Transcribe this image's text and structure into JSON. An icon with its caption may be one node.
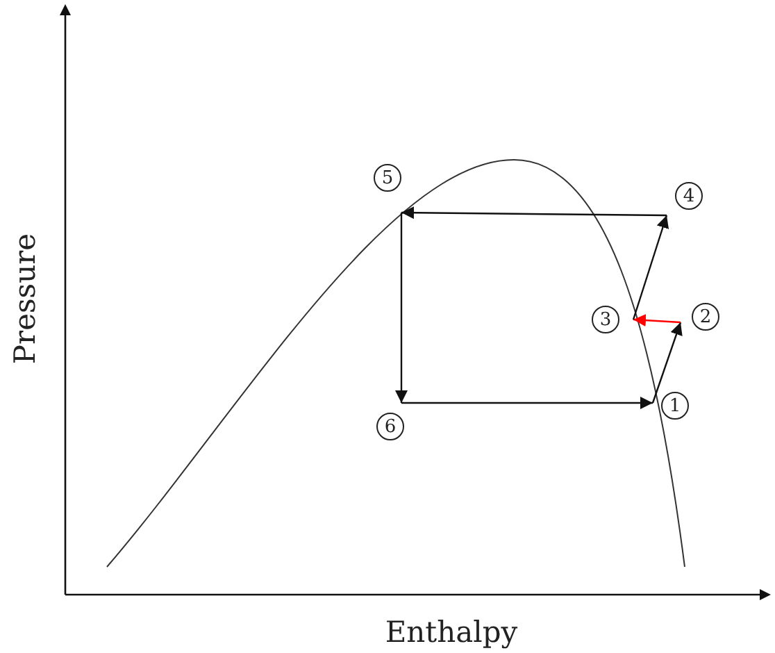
{
  "diagram": {
    "nodes": [
      {
        "text": [
          "1"
        ]
      },
      {
        "text": [
          "2"
        ]
      },
      {
        "text": [
          "3"
        ]
      },
      {
        "text": [
          "4"
        ]
      },
      {
        "text": [
          "5"
        ]
      },
      {
        "text": [
          "6"
        ]
      }
    ],
    "edges": [
      {
        "from": 0,
        "to": 1,
        "arrow": "to"
      },
      {
        "from": 1,
        "to": 2,
        "arrow": "to",
        "color": "#ff0000"
      },
      {
        "from": 2,
        "to": 3,
        "arrow": "to"
      },
      {
        "from": 3,
        "to": 4,
        "arrow": "to"
      },
      {
        "from": 4,
        "to": 5,
        "arrow": "to"
      },
      {
        "from": 5,
        "to": 0,
        "arrow": "to"
      }
    ],
    "labels": [
      "Pressure",
      "Enthalpy"
    ]
  }
}
